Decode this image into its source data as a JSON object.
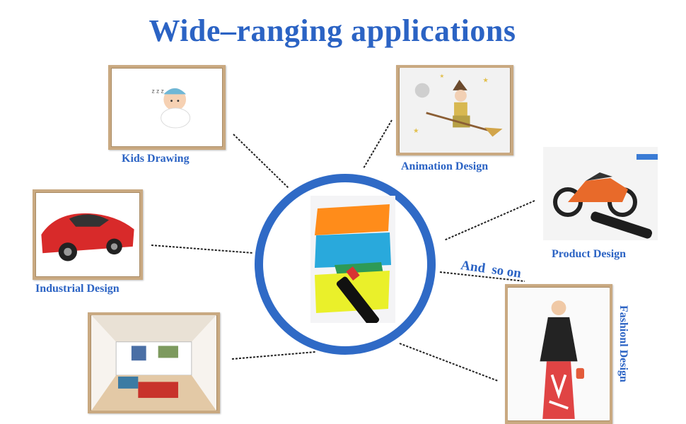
{
  "title": "Wide–ranging applications",
  "labels": {
    "kids": "Kids Drawing",
    "animation": "Animation Design",
    "product": "Product Design",
    "industrial": "Industrial Design",
    "fashion": "Fashionl Design",
    "and_so_on": "And  so on"
  },
  "colors": {
    "accent": "#2b63c4",
    "circle": "#2f6ac6",
    "frame": "#c9a981"
  },
  "icons": {
    "kids": "baby-on-moon-illustration",
    "animation": "witch-on-broom-illustration",
    "product": "motorcycle-sketch-with-marker",
    "industrial": "red-sports-car-illustration",
    "interior": "interior-room-sketch",
    "fashion": "fashion-model-sketch",
    "center": "colorful-marker-strokes"
  }
}
